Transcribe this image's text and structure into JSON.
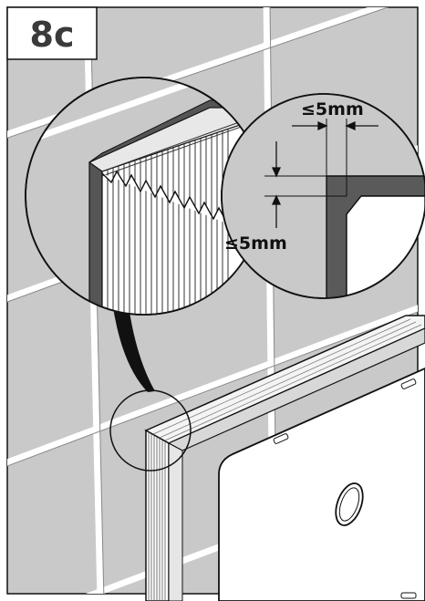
{
  "step_label": "8c",
  "dimensions": {
    "horizontal_gap": "≤5mm",
    "vertical_gap": "≤5mm"
  },
  "colors": {
    "background_wall": "#c9c9c9",
    "tile_grout": "#ffffff",
    "frame_dark": "#5e5e5e",
    "line": "#111111",
    "panel": "#ffffff"
  }
}
